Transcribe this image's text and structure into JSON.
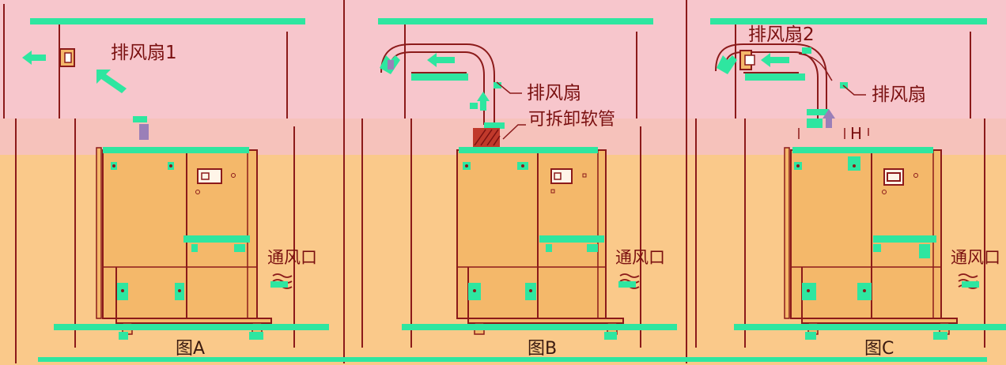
{
  "colors": {
    "accent_green": "#2ee6a0",
    "line_dark_red": "#8b1a1a",
    "cabinet_fill": "#f4b86a",
    "top_bg": "#f7c6cc",
    "bottom_bg": "#fac98a"
  },
  "labels": {
    "fan1": "排风扇1",
    "fan2": "排风扇2",
    "fan_b": "排风扇",
    "fan_c": "排风扇",
    "duct_b": "可拆卸软管",
    "h_mark": "H",
    "vent_a": "通风口",
    "vent_b": "通风口",
    "vent_c": "通风口"
  },
  "captions": {
    "a": "图A",
    "b": "图B",
    "c": "图C"
  }
}
